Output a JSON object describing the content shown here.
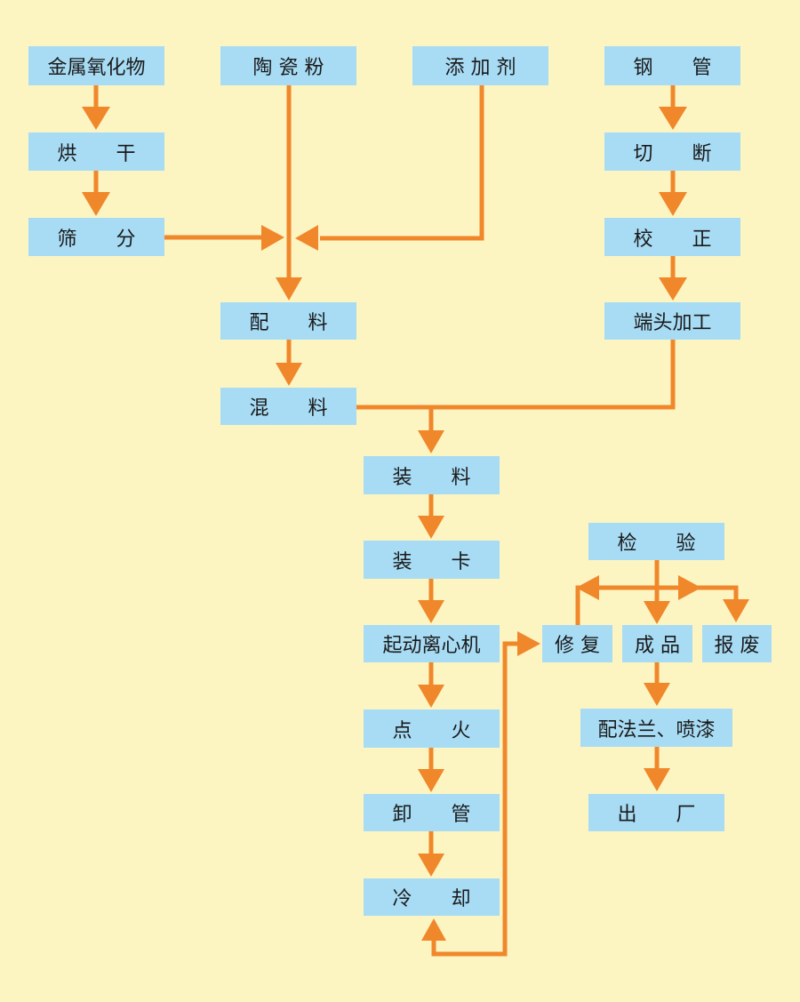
{
  "colors": {
    "background": "#fcf5c2",
    "box": "#a8dcf5",
    "arrow": "#f0872a"
  },
  "nodes": {
    "metal_oxide": "金属氧化物",
    "dry": "烘　　干",
    "sieve": "筛　　分",
    "ceramic_powder": "陶 瓷 粉",
    "additive": "添 加 剂",
    "steel_pipe": "钢　　管",
    "cut": "切　　断",
    "straighten": "校　　正",
    "end_machining": "端头加工",
    "batching": "配　　料",
    "mixing": "混　　料",
    "loading": "装　　料",
    "clamping": "装　　卡",
    "start_centrifuge": "起动离心机",
    "ignite": "点　　火",
    "unload_pipe": "卸　　管",
    "cooling": "冷　　却",
    "inspection": "检　　验",
    "repair": "修 复",
    "finished": "成 品",
    "scrap": "报 废",
    "flange_paint": "配法兰、喷漆",
    "ship": "出　　厂"
  }
}
